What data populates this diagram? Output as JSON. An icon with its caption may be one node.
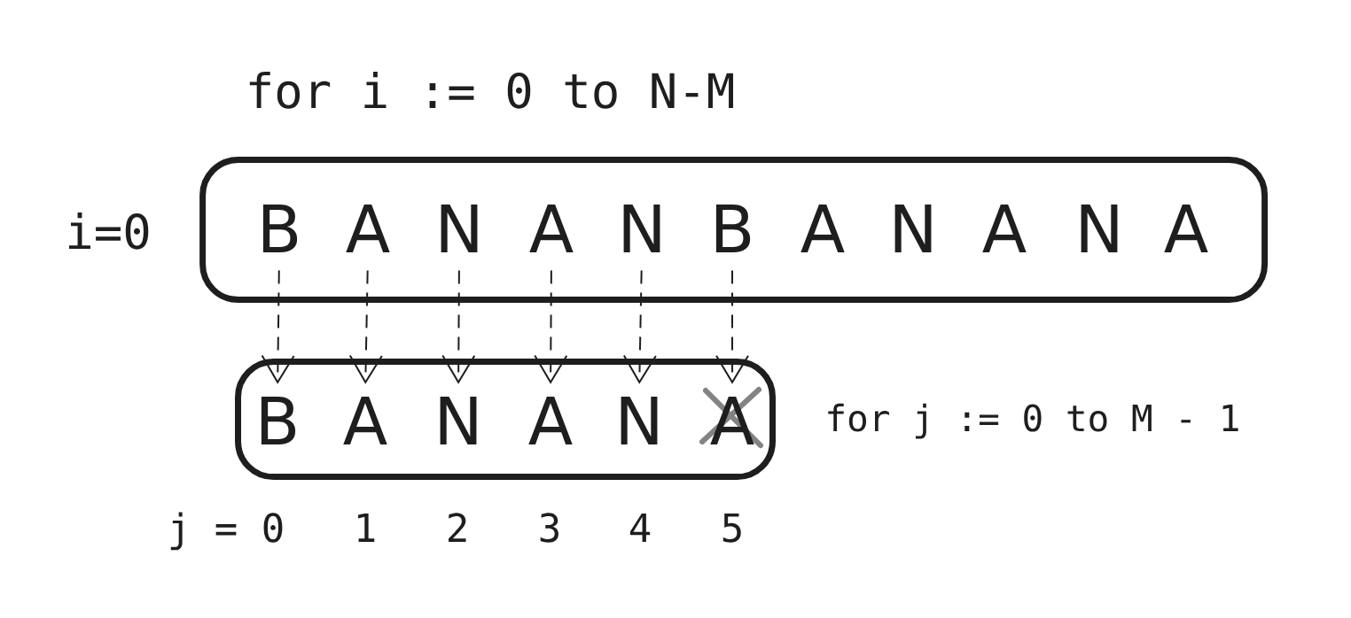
{
  "diagram": {
    "title": "for i := 0 to N-M",
    "nodes": [
      {
        "text": [],
        "shape": "box",
        "beside": [
          "i=0"
        ]
      },
      {
        "text": [
          "B"
        ],
        "in": 0
      },
      {
        "text": [
          "A"
        ],
        "in": 0
      },
      {
        "text": [
          "N"
        ],
        "in": 0
      },
      {
        "text": [
          "A"
        ],
        "in": 0
      },
      {
        "text": [
          "N"
        ],
        "in": 0
      },
      {
        "text": [
          "B"
        ],
        "in": 0
      },
      {
        "text": [
          "A"
        ],
        "in": 0
      },
      {
        "text": [
          "N"
        ],
        "in": 0
      },
      {
        "text": [
          "A"
        ],
        "in": 0
      },
      {
        "text": [
          "N"
        ],
        "in": 0
      },
      {
        "text": [
          "A"
        ],
        "in": 0
      },
      {
        "text": [],
        "shape": "box",
        "beside": [
          "for j := 0 to M - 1"
        ]
      },
      {
        "text": [
          "B"
        ],
        "in": 12
      },
      {
        "text": [
          "A"
        ],
        "in": 12
      },
      {
        "text": [
          "N"
        ],
        "in": 12
      },
      {
        "text": [
          "A"
        ],
        "in": 12
      },
      {
        "text": [
          "N"
        ],
        "in": 12
      },
      {
        "text": [
          "A"
        ],
        "in": 12
      }
    ],
    "edges": [
      {
        "from": 1,
        "to": 13,
        "arrow": "to",
        "style": "dashed"
      },
      {
        "from": 2,
        "to": 14,
        "arrow": "to",
        "style": "dashed"
      },
      {
        "from": 3,
        "to": 15,
        "arrow": "to",
        "style": "dashed"
      },
      {
        "from": 4,
        "to": 16,
        "arrow": "to",
        "style": "dashed"
      },
      {
        "from": 5,
        "to": 17,
        "arrow": "to",
        "style": "dashed"
      },
      {
        "from": 6,
        "to": 18,
        "arrow": "to",
        "style": "dashed"
      }
    ],
    "labels": [
      "j = 0",
      "1",
      "2",
      "3",
      "4",
      "5"
    ]
  }
}
